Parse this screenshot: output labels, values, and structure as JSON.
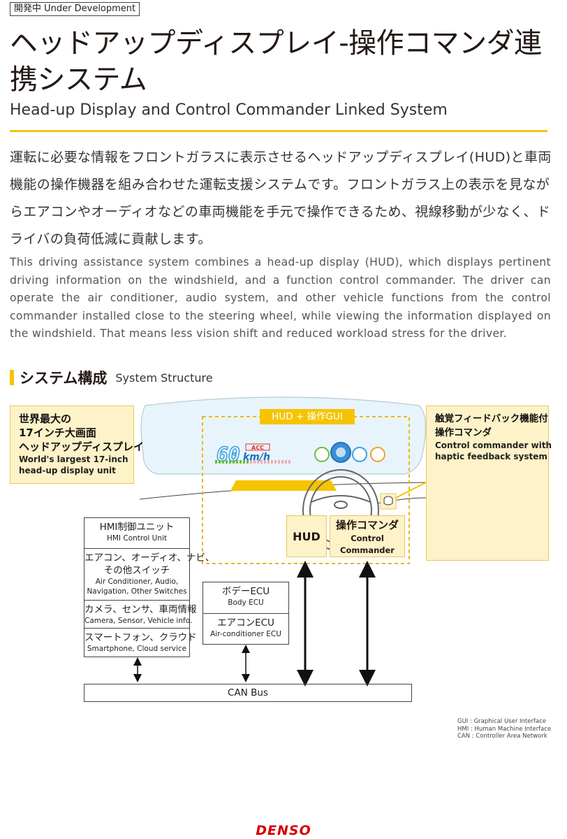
{
  "status_tag": "開発中 Under Development",
  "title_jp": "ヘッドアップディスプレイ-操作コマンダ連携システム",
  "title_en": "Head-up Display and Control Commander Linked System",
  "description_jp": "運転に必要な情報をフロントガラスに表示させるヘッドアップディスプレイ(HUD)と車両機能の操作機器を組み合わせた運転支援システムです。フロントガラス上の表示を見ながらエアコンやオーディオなどの車両機能を手元で操作できるため、視線移動が少なく、ドライバの負荷低減に貢献します。",
  "description_en": "This driving assistance system combines a head-up display (HUD), which displays pertinent driving information on the windshield, and a function control commander. The driver can operate the air conditioner, audio system, and other vehicle functions from the control commander installed close to the steering wheel, while viewing the information displayed on the windshield. That means less vision shift and reduced workload stress for the driver.",
  "section": {
    "title_jp": "システム構成",
    "title_en": "System Structure"
  },
  "diagram": {
    "callout_left": {
      "jp_line1": "世界最大の",
      "jp_line2": "17インチ大画面",
      "jp_line3": "ヘッドアップディスプレイ",
      "en_line1": "World's largest 17-inch",
      "en_line2": "head-up display unit"
    },
    "callout_right": {
      "jp_line1": "触覚フィードバック機能付",
      "jp_line2": "操作コマンダ",
      "en_line1": "Control commander with",
      "en_line2": "haptic feedback system"
    },
    "hud_gui_label": "HUD + 操作GUI",
    "hud_display": {
      "speed": "60",
      "unit": "km/h",
      "acc": "ACC"
    },
    "hud_box": "HUD",
    "control_commander": {
      "jp": "操作コマンダ",
      "en_line1": "Control",
      "en_line2": "Commander"
    },
    "hmi": {
      "header_jp": "HMI制御ユニット",
      "header_en": "HMI Control Unit",
      "switches_jp_line1": "エアコン、オーディオ、ナビ、",
      "switches_jp_line2": "その他スイッチ",
      "switches_en_line1": "Air Conditioner, Audio,",
      "switches_en_line2": "Navigation, Other Switches",
      "camera_jp": "カメラ、センサ、車両情報",
      "camera_en": "Camera, Sensor, Vehicle info.",
      "phone_jp": "スマートフォン、クラウド",
      "phone_en": "Smartphone, Cloud service"
    },
    "body_ecu": {
      "jp": "ボデーECU",
      "en": "Body ECU"
    },
    "ac_ecu": {
      "jp": "エアコンECU",
      "en": "Air-conditioner ECU"
    },
    "can_bus": "CAN Bus"
  },
  "glossary": [
    "GUI : Graphical User Interface",
    "HMI : Human Machine Interface",
    "CAN : Controller Area Network"
  ],
  "logo_text": "DENSO",
  "colors": {
    "accent": "#f5c400",
    "callout_bg": "#fdf2c8",
    "logo": "#d50000"
  }
}
